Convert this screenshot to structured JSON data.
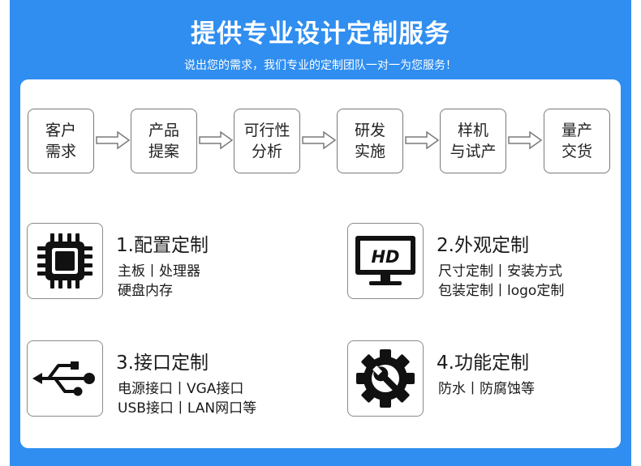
{
  "header": {
    "title": "提供专业设计定制服务",
    "subtitle": "说出您的需求，我们专业的定制团队一对一为您服务！"
  },
  "process": {
    "steps": [
      {
        "line1": "客户",
        "line2": "需求"
      },
      {
        "line1": "产品",
        "line2": "提案"
      },
      {
        "line1": "可行性",
        "line2": "分析"
      },
      {
        "line1": "研发",
        "line2": "实施"
      },
      {
        "line1": "样机",
        "line2": "与试产"
      },
      {
        "line1": "量产",
        "line2": "交货"
      }
    ]
  },
  "features": [
    {
      "icon": "cpu-chip-icon",
      "title": "1.配置定制",
      "line1": "主板丨处理器",
      "line2": "硬盘内存"
    },
    {
      "icon": "hd-monitor-icon",
      "title": "2.外观定制",
      "line1": "尺寸定制丨安装方式",
      "line2": "包装定制丨logo定制"
    },
    {
      "icon": "usb-icon",
      "title": "3.接口定制",
      "line1": "电源接口丨VGA接口",
      "line2": "USB接口丨LAN网口等"
    },
    {
      "icon": "gear-wrench-icon",
      "title": "4.功能定制",
      "line1": "防水丨防腐蚀等",
      "line2": ""
    }
  ],
  "icon_labels": {
    "hd": "HD"
  },
  "colors": {
    "background_blue": "#2f8ef0",
    "panel": "#ffffff",
    "text": "#1a1a1a",
    "border_gray": "#8a8a8a"
  }
}
